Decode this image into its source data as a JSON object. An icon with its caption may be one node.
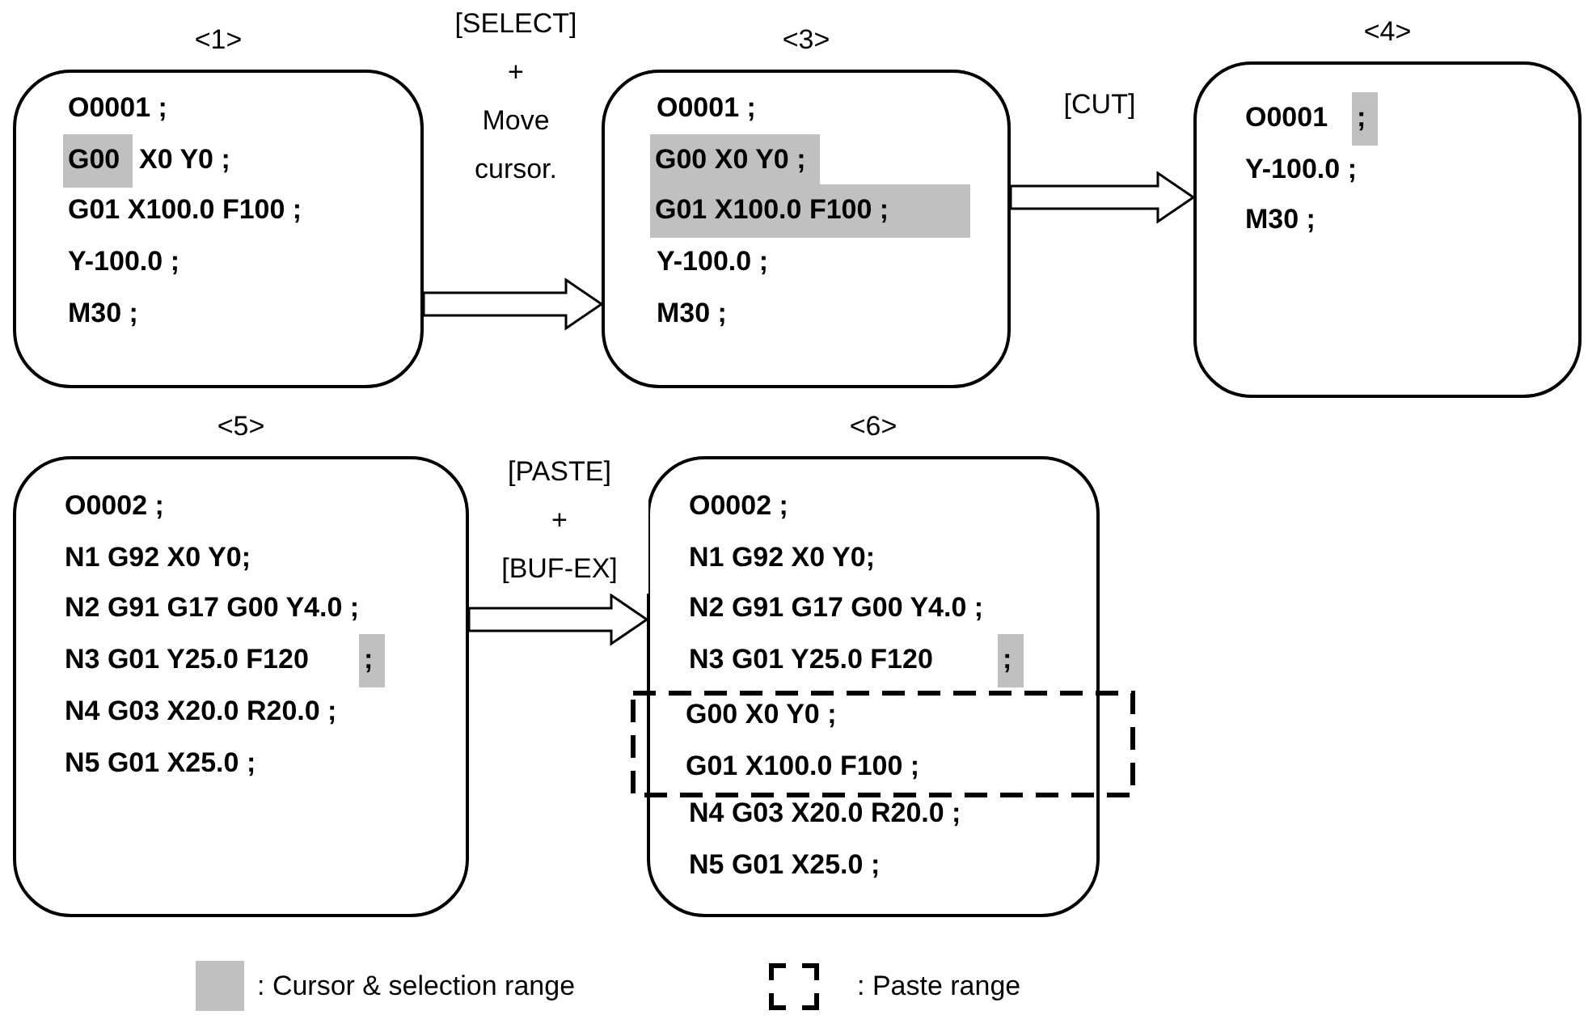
{
  "diagram": {
    "nodes": [
      {
        "text": [
          "<1>",
          "O0001 ;",
          "X0 Y0 ;",
          "G01 X100.0 F100 ;",
          "Y-100.0 ;",
          "M30 ;"
        ]
      },
      {
        "text": [
          "G00"
        ],
        "in": 0
      },
      {
        "text": [
          "<3>",
          "O0001 ;",
          "Y-100.0 ;",
          "M30 ;"
        ]
      },
      {
        "text": [
          "G00 X0 Y0 ;"
        ],
        "in": 2
      },
      {
        "text": [
          "G01 X100.0 F100 ;"
        ],
        "in": 2
      },
      {
        "text": [
          "<4>",
          "O0001",
          "Y-100.0 ;",
          "M30 ;"
        ]
      },
      {
        "text": [
          ";"
        ],
        "in": 5
      },
      {
        "text": [
          "<5>",
          "O0002 ;",
          "N1 G92 X0 Y0;",
          "N2 G91 G17 G00 Y4.0 ;",
          "N3 G01 Y25.0 F120",
          "N4 G03 X20.0 R20.0 ;",
          "N5 G01 X25.0 ;"
        ]
      },
      {
        "text": [
          ";"
        ],
        "in": 7
      },
      {
        "text": [
          "<6>",
          "O0002 ;",
          "N1 G92 X0 Y0;",
          "N2 G91 G17 G00 Y4.0 ;",
          "N3 G01 Y25.0 F120",
          "N4 G03 X20.0 R20.0 ;",
          "N5 G01 X25.0 ;"
        ]
      },
      {
        "text": [
          ";"
        ],
        "in": 9
      },
      {
        "text": [
          "G00 X0 Y0 ;",
          "G01 X100.0 F100 ;"
        ]
      }
    ],
    "edges": [
      {
        "from": 0,
        "to": 2,
        "arrow": "to",
        "label": "[SELECT] + Move cursor."
      },
      {
        "from": 2,
        "to": 5,
        "arrow": "to",
        "label": "[CUT]"
      },
      {
        "from": 7,
        "to": 9,
        "arrow": "to",
        "label": "[PASTE] + [BUF-EX]"
      }
    ],
    "legend": [
      {
        "text": ": Cursor & selection range",
        "color": "#c0c0c0"
      },
      {
        "text": ": Paste range"
      }
    ]
  }
}
